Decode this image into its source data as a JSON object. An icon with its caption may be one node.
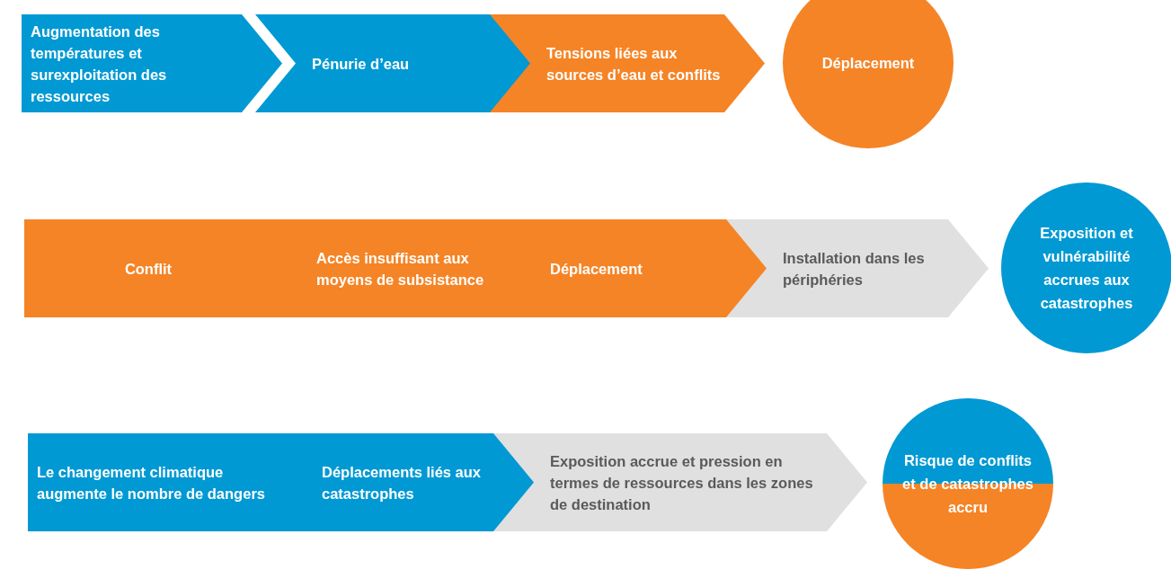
{
  "diagram": {
    "nodes": [
      {
        "text": [
          "Augmentation des températures et surexploitation des ressources"
        ]
      },
      {
        "text": [
          "Pénurie d’eau"
        ]
      },
      {
        "text": [
          "Tensions liées aux sources d’eau et conflits"
        ]
      },
      {
        "text": [
          "Déplacement"
        ]
      },
      {
        "text": [
          "Conflit"
        ]
      },
      {
        "text": [
          "Accès insuffisant aux moyens de subsistance"
        ]
      },
      {
        "text": [
          "Déplacement"
        ]
      },
      {
        "text": [
          "Installation dans les périphéries"
        ]
      },
      {
        "text": [
          "Exposition et vulnérabilité accrues aux catastrophes"
        ]
      },
      {
        "text": [
          "Le changement climatique augmente le nombre de dangers"
        ]
      },
      {
        "text": [
          "Déplacements liés aux catastrophes"
        ]
      },
      {
        "text": [
          "Exposition accrue et pression en termes de ressources dans les zones de destination"
        ]
      },
      {
        "text": [
          "Risque de conflits et de catastrophes accru"
        ]
      }
    ]
  }
}
